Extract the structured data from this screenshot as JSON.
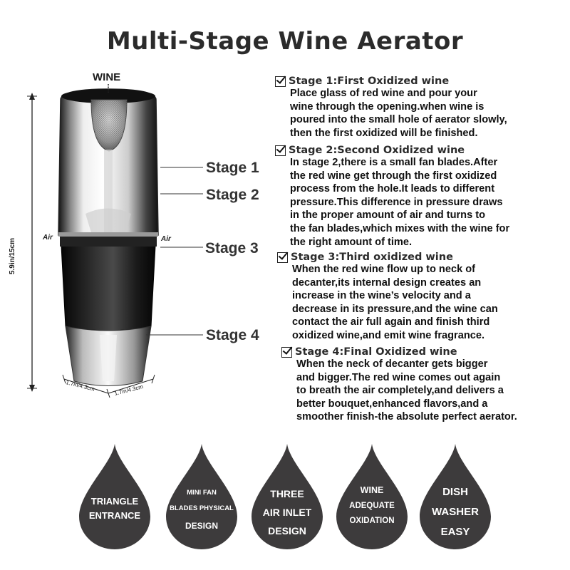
{
  "title": "Multi-Stage Wine Aerator",
  "diagram": {
    "wine_label": "WINE",
    "air_left": "Air",
    "air_right": "Air",
    "height_label": "5.9in/15cm",
    "width_label_left": "1.7in/4.3cm",
    "width_label_right": "1.7in/4.3cm",
    "stage_labels": [
      "Stage 1",
      "Stage 2",
      "Stage 3",
      "Stage 4"
    ]
  },
  "stages": [
    {
      "heading": "Stage 1:First Oxidized wine",
      "body": "Place glass of red wine and pour your\nwine through the opening.when wine is\npoured into the small hole of aerator slowly,\nthen the first oxidized will be finished."
    },
    {
      "heading": "Stage 2:Second Oxidized wine",
      "body": "In stage 2,there is a small fan blades.After\nthe red wine get through the first oxidized\nprocess from the hole.It leads to different\npressure.This difference in pressure draws\nin the proper amount of air and turns to\nthe fan blades,which mixes with the wine for\nthe right amount of time."
    },
    {
      "heading": "Stage 3:Third oxidized wine",
      "body": "When the red wine flow up to neck of\ndecanter,its internal design creates an\nincrease in the wine’s velocity and a\ndecrease in its pressure,and the wine can\ncontact the air full again and finish third\noxidized wine,and emit wine fragrance."
    },
    {
      "heading": "Stage 4:Final Oxidized wine",
      "body": "When the neck of decanter gets bigger\nand bigger.The red wine comes out again\nto breath the air completely,and delivers a\nbetter bouquet,enhanced flavors,and a\nsmoother finish-the absolute perfect aerator."
    }
  ],
  "features": [
    {
      "lines": [
        "TRIANGLE",
        "ENTRANCE"
      ]
    },
    {
      "lines": [
        "MINI FAN",
        "BLADES PHYSICAL",
        "DESIGN"
      ]
    },
    {
      "lines": [
        "THREE",
        "AIR INLET",
        "DESIGN"
      ]
    },
    {
      "lines": [
        "WINE",
        "ADEQUATE",
        "OXIDATION"
      ]
    },
    {
      "lines": [
        "DISH",
        "WASHER",
        "EASY"
      ]
    }
  ],
  "colors": {
    "drop": "#3d3b3c",
    "text": "#1a1a1a",
    "aerator_band": "#1c1c1c"
  },
  "icons": [
    "checkbox-check-icon",
    "wine-aerator-illustration",
    "water-drop-icon"
  ]
}
